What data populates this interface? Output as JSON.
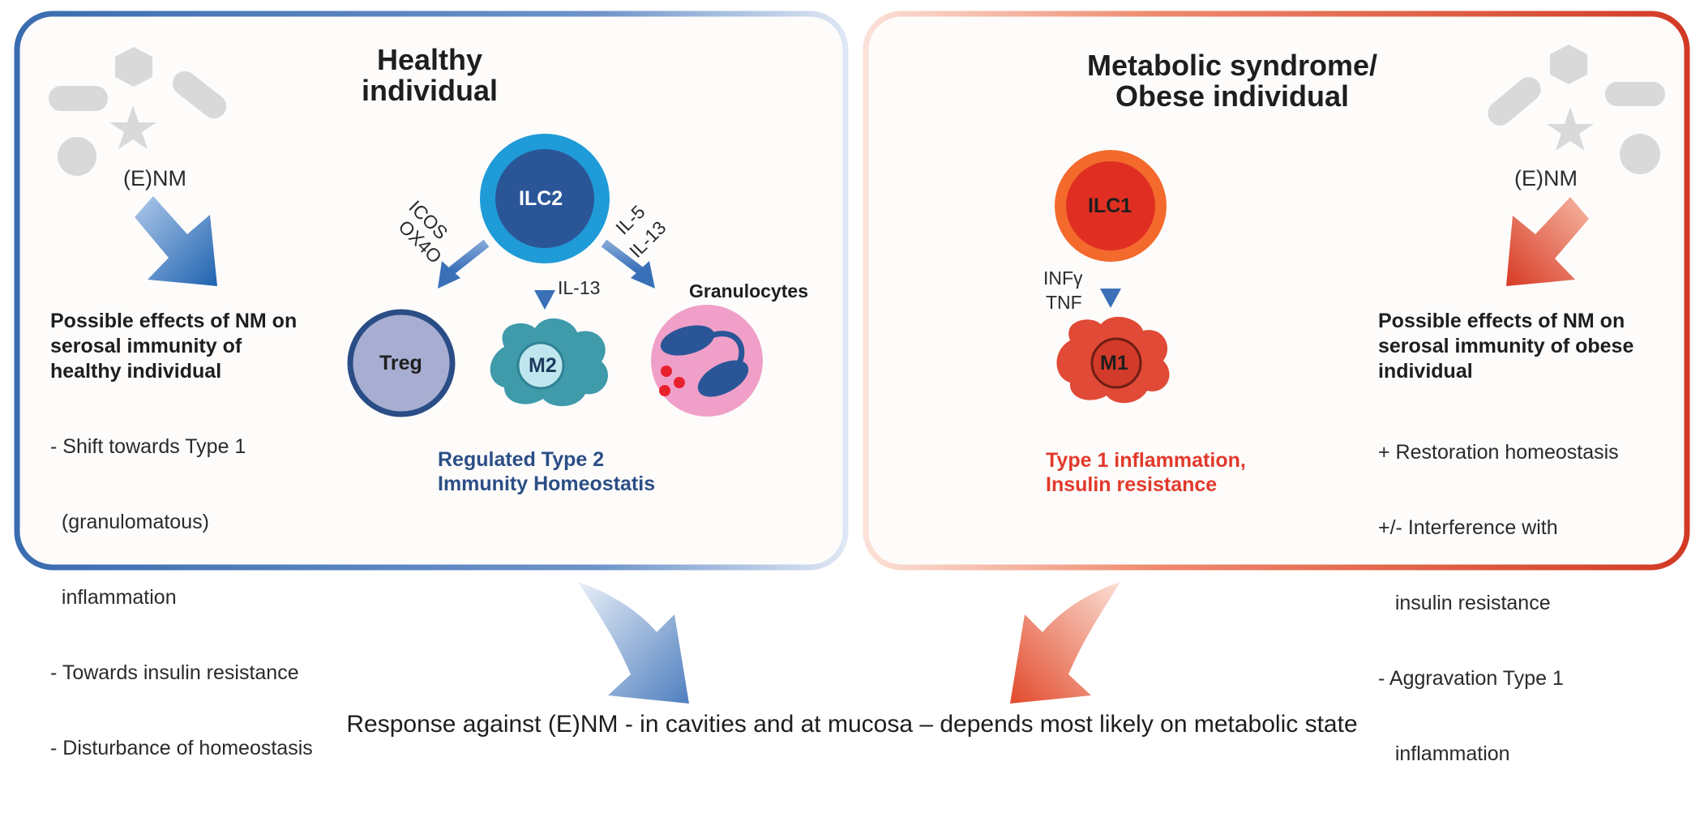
{
  "left_panel": {
    "title_lines": [
      "Healthy",
      "individual"
    ],
    "enm_label": "(E)NM",
    "effects_heading_lines": [
      "Possible effects of NM on",
      "serosal immunity of",
      "healthy individual"
    ],
    "effects_lines": [
      "- Shift towards Type 1",
      "  (granulomatous)",
      "  inflammation",
      "- Towards insulin resistance",
      "- Disturbance of homeostasis"
    ],
    "ilc2_label": "ILC2",
    "icos_label": "ICOS",
    "ox40_label": "OX4O",
    "il5_label": "IL-5",
    "il13_diag_label": "IL-13",
    "il13_label": "IL-13",
    "treg_label": "Treg",
    "m2_label": "M2",
    "granulocytes_label": "Granulocytes",
    "caption_lines": [
      "Regulated Type 2",
      "Immunity Homeostatis"
    ]
  },
  "right_panel": {
    "title_lines": [
      "Metabolic syndrome/",
      "Obese individual"
    ],
    "enm_label": "(E)NM",
    "ilc1_label": "ILC1",
    "infg_label": "INFγ",
    "tnf_label": "TNF",
    "m1_label": "M1",
    "caption_lines": [
      "Type 1 inflammation,",
      "Insulin resistance"
    ],
    "effects_heading_lines": [
      "Possible effects of NM on",
      "serosal immunity of obese",
      "individual"
    ],
    "effects_lines": [
      "+ Restoration homeostasis",
      "+/- Interference with",
      "   insulin resistance",
      "- Aggravation Type 1",
      "   inflammation"
    ]
  },
  "footer": {
    "text": "Response against (E)NM - in cavities and at mucosa – depends most likely on metabolic state"
  },
  "colors": {
    "blue_frame": "#4a78b8",
    "red_frame": "#d8442e",
    "ilc2_outer": "#1f9bd7",
    "ilc2_inner": "#2a5698",
    "treg_fill": "#a8aed2",
    "m2_fill": "#3f9aaa",
    "granulocyte_fill": "#f0a0c8",
    "ilc1_outer": "#f36a2c",
    "ilc1_inner": "#e02f22",
    "m1_fill": "#e04a36",
    "nm_shapes": "#d9d9d9"
  }
}
